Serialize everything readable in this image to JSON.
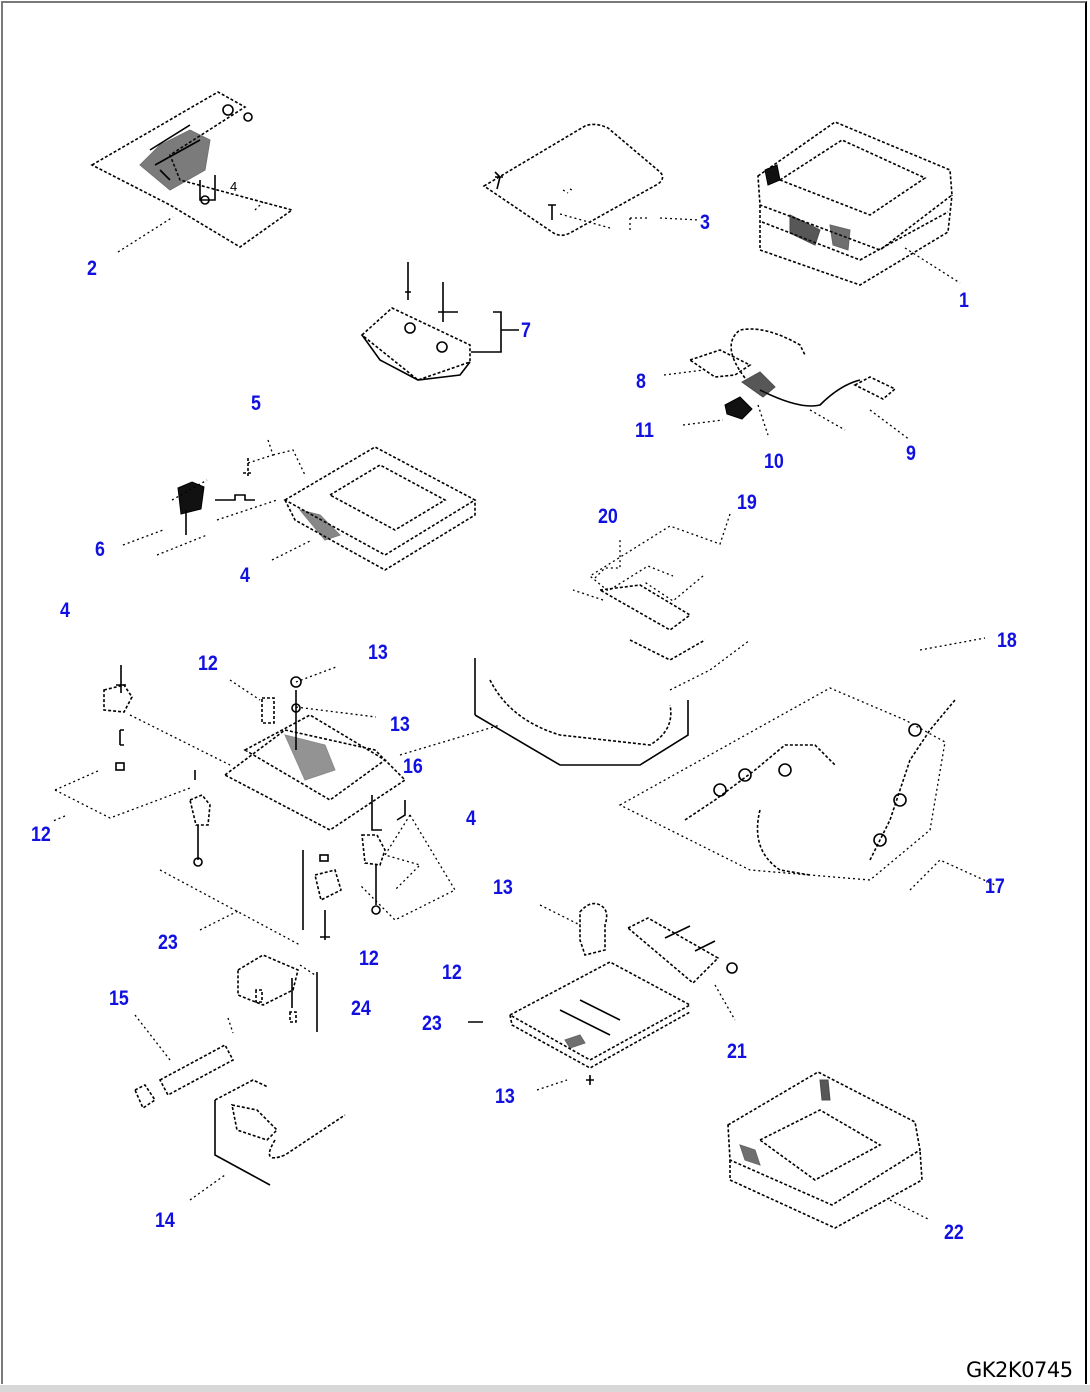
{
  "drawing": {
    "code": "GK2K0745",
    "label_color": "#1010e0",
    "line_color": "#000000",
    "background": "#ffffff"
  },
  "callouts": [
    {
      "id": "c1",
      "text": "1",
      "part": "seat-assembly"
    },
    {
      "id": "c2",
      "text": "2",
      "part": "lever-bracket-assembly"
    },
    {
      "id": "c3",
      "text": "3",
      "part": "cover-plate"
    },
    {
      "id": "c4a",
      "text": "4",
      "part": "seat-frame"
    },
    {
      "id": "c4b",
      "text": "4",
      "part": "bolt"
    },
    {
      "id": "c4c",
      "text": "4",
      "part": "pin"
    },
    {
      "id": "c5",
      "text": "5",
      "part": "bracket-set"
    },
    {
      "id": "c6",
      "text": "6",
      "part": "knob-lever"
    },
    {
      "id": "c7",
      "text": "7",
      "part": "cushion-bracket"
    },
    {
      "id": "c8",
      "text": "8",
      "part": "cable-clamp"
    },
    {
      "id": "c9",
      "text": "9",
      "part": "cable-bracket"
    },
    {
      "id": "c10",
      "text": "10",
      "part": "cable-lever"
    },
    {
      "id": "c11",
      "text": "11",
      "part": "knob"
    },
    {
      "id": "c12a",
      "text": "12",
      "part": "plate"
    },
    {
      "id": "c12b",
      "text": "12",
      "part": "spacer-set"
    },
    {
      "id": "c12c",
      "text": "12",
      "part": "block"
    },
    {
      "id": "c12d",
      "text": "12",
      "part": "collar-set"
    },
    {
      "id": "c13a",
      "text": "13",
      "part": "bolt"
    },
    {
      "id": "c13b",
      "text": "13",
      "part": "washer"
    },
    {
      "id": "c13c",
      "text": "13",
      "part": "damper"
    },
    {
      "id": "c13d",
      "text": "13",
      "part": "nut"
    },
    {
      "id": "c16",
      "text": "16",
      "part": "rail-hose"
    },
    {
      "id": "c17",
      "text": "17",
      "part": "link-chain-cover"
    },
    {
      "id": "c18",
      "text": "18",
      "part": "link-chain-assembly"
    },
    {
      "id": "c19",
      "text": "19",
      "part": "link-set"
    },
    {
      "id": "c20",
      "text": "20",
      "part": "pin"
    },
    {
      "id": "c21",
      "text": "21",
      "part": "shaft-set"
    },
    {
      "id": "c22",
      "text": "22",
      "part": "suspension-base"
    },
    {
      "id": "c23a",
      "text": "23",
      "part": "suspension-plate"
    },
    {
      "id": "c23b",
      "text": "23",
      "part": "base-plate"
    },
    {
      "id": "c24",
      "text": "24",
      "part": "switch-block"
    },
    {
      "id": "c15",
      "text": "15",
      "part": "slide-rail"
    },
    {
      "id": "c14",
      "text": "14",
      "part": "harness"
    }
  ]
}
